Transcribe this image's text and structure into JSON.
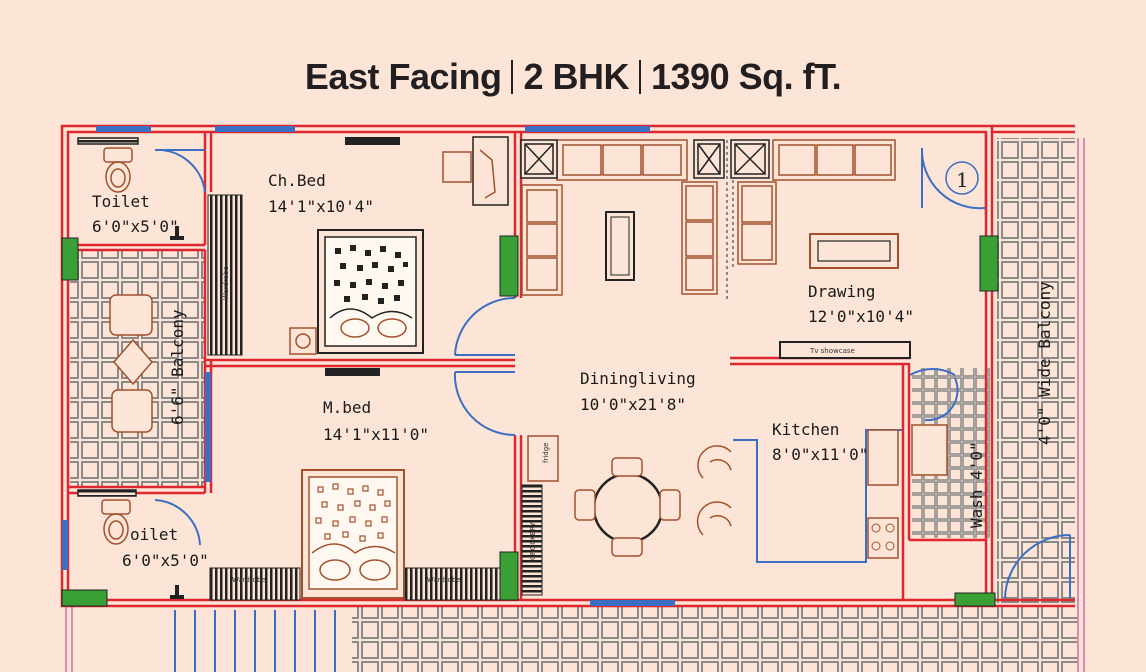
{
  "title": {
    "facing": "East Facing",
    "bhk": "2 BHK",
    "area": "1390 Sq. fT."
  },
  "rooms": {
    "toilet1": {
      "name": "Toilet",
      "size": "6'0\"x5'0\""
    },
    "chbed": {
      "name": "Ch.Bed",
      "size": "14'1\"x10'4\""
    },
    "balcony": {
      "name": "6'6\" Balcony"
    },
    "mbed": {
      "name": "M.bed",
      "size": "14'1\"x11'0\""
    },
    "toilet2": {
      "name": "oilet",
      "size": "6'0\"x5'0\""
    },
    "dining": {
      "name": "Diningliving",
      "size": "10'0\"x21'8\""
    },
    "drawing": {
      "name": "Drawing",
      "size": "12'0\"x10'4\""
    },
    "kitchen": {
      "name": "Kitchen",
      "size": "8'0\"x11'0\""
    },
    "wash": {
      "name": "Wash 4'0\""
    },
    "wide_balcony": {
      "name": "4'0\" Wide Balcony"
    }
  },
  "fixtures": {
    "wardrobe": "Wardrobe",
    "tv_showcase": "Tv showcase",
    "crockery": "CROCKERY",
    "fridge": "fridge",
    "marker": "1"
  },
  "colors": {
    "wall": "#e0262e",
    "furniture": "#a0522d",
    "door": "#3b6fc4",
    "window": "#3aa035",
    "background": "#fce5d6",
    "tile": "#8a8a8a"
  }
}
